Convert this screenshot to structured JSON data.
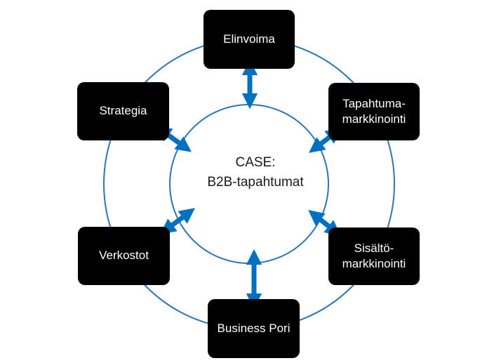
{
  "center": {
    "label": "CASE:\nB2B-tapahtumat"
  },
  "nodes": [
    {
      "id": "elinvoima",
      "label": "Elinvoima"
    },
    {
      "id": "tapahtumamarkkinointi",
      "label": "Tapahtuma-\nmarkkinointi"
    },
    {
      "id": "sisaltomarkkinointi",
      "label": "Sisältö-\nmarkkinointi"
    },
    {
      "id": "business-pori",
      "label": "Business Pori"
    },
    {
      "id": "verkostot",
      "label": "Verkostot"
    },
    {
      "id": "strategia",
      "label": "Strategia"
    }
  ],
  "colors": {
    "node_fill": "#000000",
    "node_text": "#ffffff",
    "ring": "#2e75b6",
    "arrow": "#0070c0",
    "center_text": "#1a1a1a"
  }
}
